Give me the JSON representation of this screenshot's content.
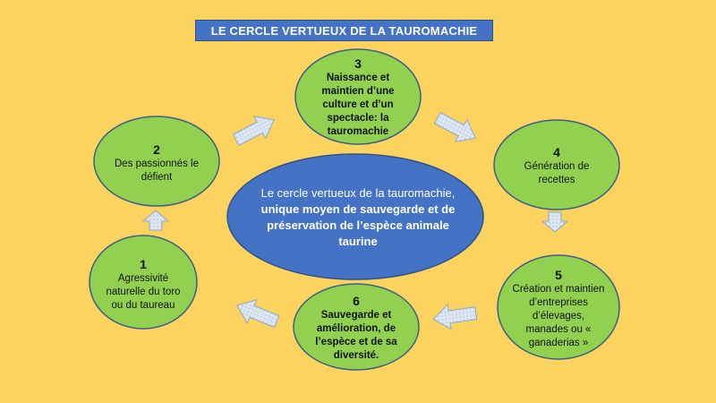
{
  "title": "LE CERCLE VERTUEUX DE LA TAUROMACHIE",
  "center": {
    "text_regular": "Le cercle vertueux de la tauromachie, ",
    "text_bold": "unique moyen de sauvegarde et de préservation de l’espèce animale taurine"
  },
  "nodes": [
    {
      "number": "1",
      "text": "Agressivité naturelle du toro ou du taureau",
      "bold": false
    },
    {
      "number": "2",
      "text": "Des passionnés le défient",
      "bold": false
    },
    {
      "number": "3",
      "text": "Naissance et maintien d’une culture et d’un spectacle: la tauromachie",
      "bold": true
    },
    {
      "number": "4",
      "text": "Génération de recettes",
      "bold": false
    },
    {
      "number": "5",
      "text": "Création et maintien d’entreprises d’élevages, manades ou « ganaderias »",
      "bold": false
    },
    {
      "number": "6",
      "text": "Sauvegarde et amélioration, de l’espèce et de sa diversité.",
      "bold": true
    }
  ],
  "colors": {
    "background": "#FCD35F",
    "node_fill": "#92D050",
    "node_stroke": "#3B5E8C",
    "center_fill": "#4472C4",
    "title_fill": "#4472C4",
    "arrow_fill": "#DCE6F2"
  },
  "arrow_icon": "block-arrow-icon"
}
